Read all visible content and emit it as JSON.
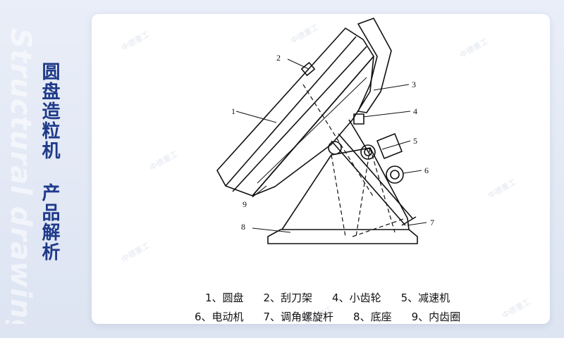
{
  "side": {
    "title": "圆盘造粒机 产品解析",
    "deco_text": "Structural drawing"
  },
  "watermark": "中德重工",
  "diagram": {
    "labels": [
      "1",
      "2",
      "3",
      "4",
      "5",
      "6",
      "7",
      "8",
      "9"
    ]
  },
  "legend": {
    "row1": [
      "1、圆盘",
      "2、刮刀架",
      "4、小齿轮",
      "5、减速机"
    ],
    "row2": [
      "6、电动机",
      "7、调角螺旋杆",
      "8、底座",
      "9、内齿圈"
    ]
  },
  "colors": {
    "title": "#1f3a8a",
    "card": "#ffffff",
    "line": "#111111"
  }
}
